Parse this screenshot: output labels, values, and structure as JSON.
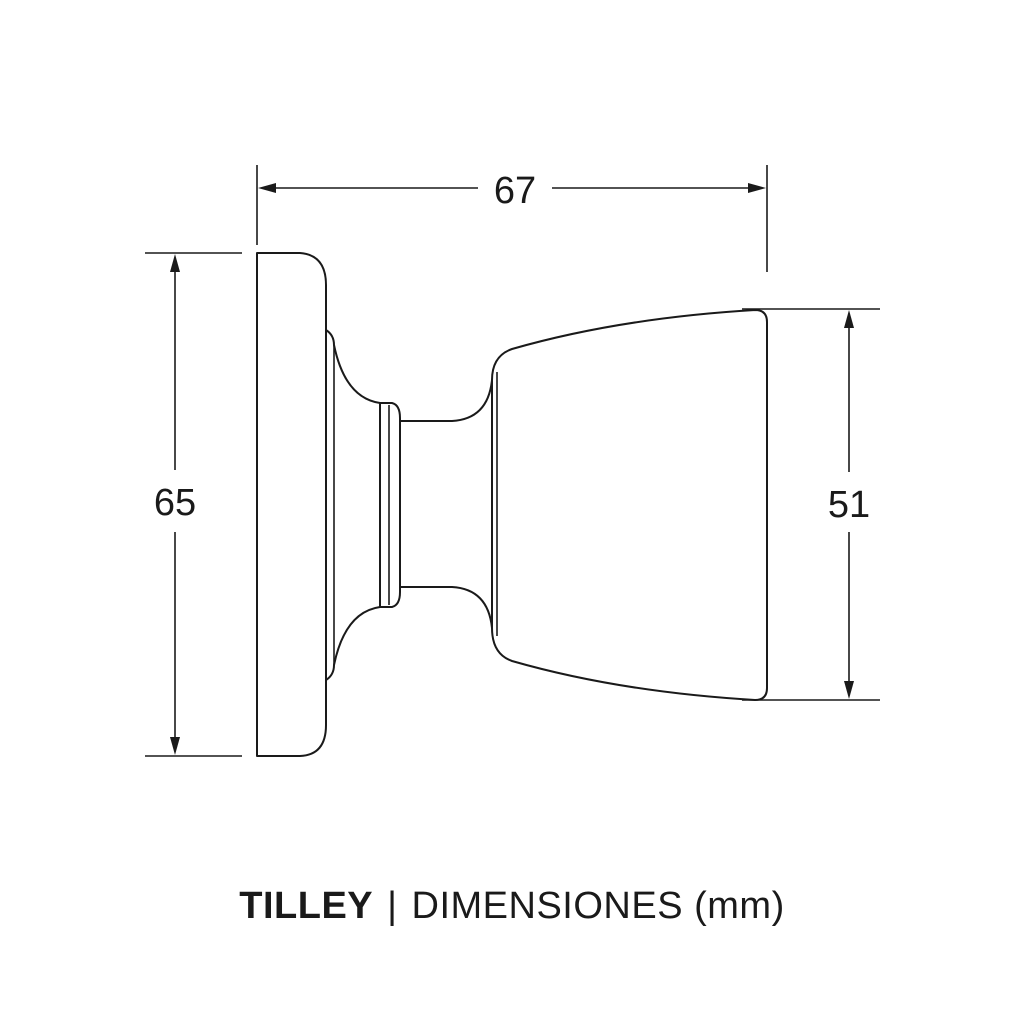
{
  "dimensions": {
    "length": "67",
    "rose_height": "65",
    "knob_height": "51"
  },
  "caption": {
    "brand": "TILLEY",
    "separator": "|",
    "description": "DIMENSIONES (mm)"
  }
}
